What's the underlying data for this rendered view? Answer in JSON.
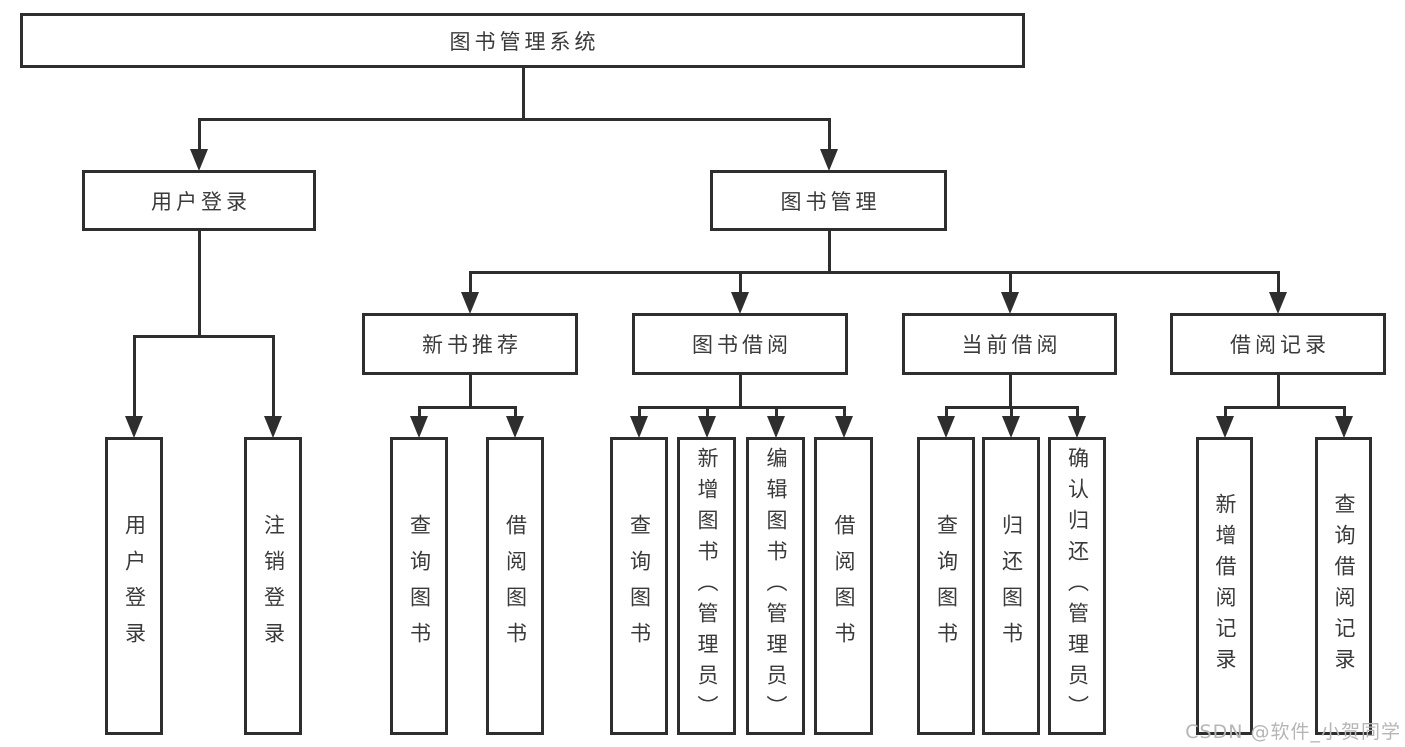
{
  "title": "图书管理系统",
  "watermark": "CSDN @软件_小贺同学",
  "colors": {
    "line": "#2e2e2e",
    "box_border": "#2e2e2e",
    "text": "#3a3a3a",
    "background": "#ffffff",
    "watermark": "#b6b6b6"
  },
  "diagram": {
    "type": "hierarchy",
    "root_label": "图书管理系统",
    "nodes": [
      {
        "id": "root",
        "label": "图书管理系统",
        "parent": null
      },
      {
        "id": "user-login",
        "label": "用户登录",
        "parent": "root"
      },
      {
        "id": "book-mgmt",
        "label": "图书管理",
        "parent": "root"
      },
      {
        "id": "new-book-rec",
        "label": "新书推荐",
        "parent": "book-mgmt"
      },
      {
        "id": "book-borrow",
        "label": "图书借阅",
        "parent": "book-mgmt"
      },
      {
        "id": "current-borrow",
        "label": "当前借阅",
        "parent": "book-mgmt"
      },
      {
        "id": "borrow-records",
        "label": "借阅记录",
        "parent": "book-mgmt"
      },
      {
        "id": "leaf-user-login",
        "label": "用户登录",
        "parent": "user-login"
      },
      {
        "id": "leaf-logout",
        "label": "注销登录",
        "parent": "user-login"
      },
      {
        "id": "leaf-query-book-1",
        "label": "查询图书",
        "parent": "new-book-rec"
      },
      {
        "id": "leaf-borrow-book-1",
        "label": "借阅图书",
        "parent": "new-book-rec"
      },
      {
        "id": "leaf-query-book-2",
        "label": "查询图书",
        "parent": "book-borrow"
      },
      {
        "id": "leaf-add-book",
        "label": "新增图书（管理员）",
        "parent": "book-borrow"
      },
      {
        "id": "leaf-edit-book",
        "label": "编辑图书（管理员）",
        "parent": "book-borrow"
      },
      {
        "id": "leaf-borrow-book-2",
        "label": "借阅图书",
        "parent": "book-borrow"
      },
      {
        "id": "leaf-query-book-3",
        "label": "查询图书",
        "parent": "current-borrow"
      },
      {
        "id": "leaf-return-book",
        "label": "归还图书",
        "parent": "current-borrow"
      },
      {
        "id": "leaf-confirm-return",
        "label": "确认归还（管理员）",
        "parent": "current-borrow"
      },
      {
        "id": "leaf-add-record",
        "label": "新增借阅记录",
        "parent": "borrow-records"
      },
      {
        "id": "leaf-query-record",
        "label": "查询借阅记录",
        "parent": "borrow-records"
      }
    ]
  }
}
